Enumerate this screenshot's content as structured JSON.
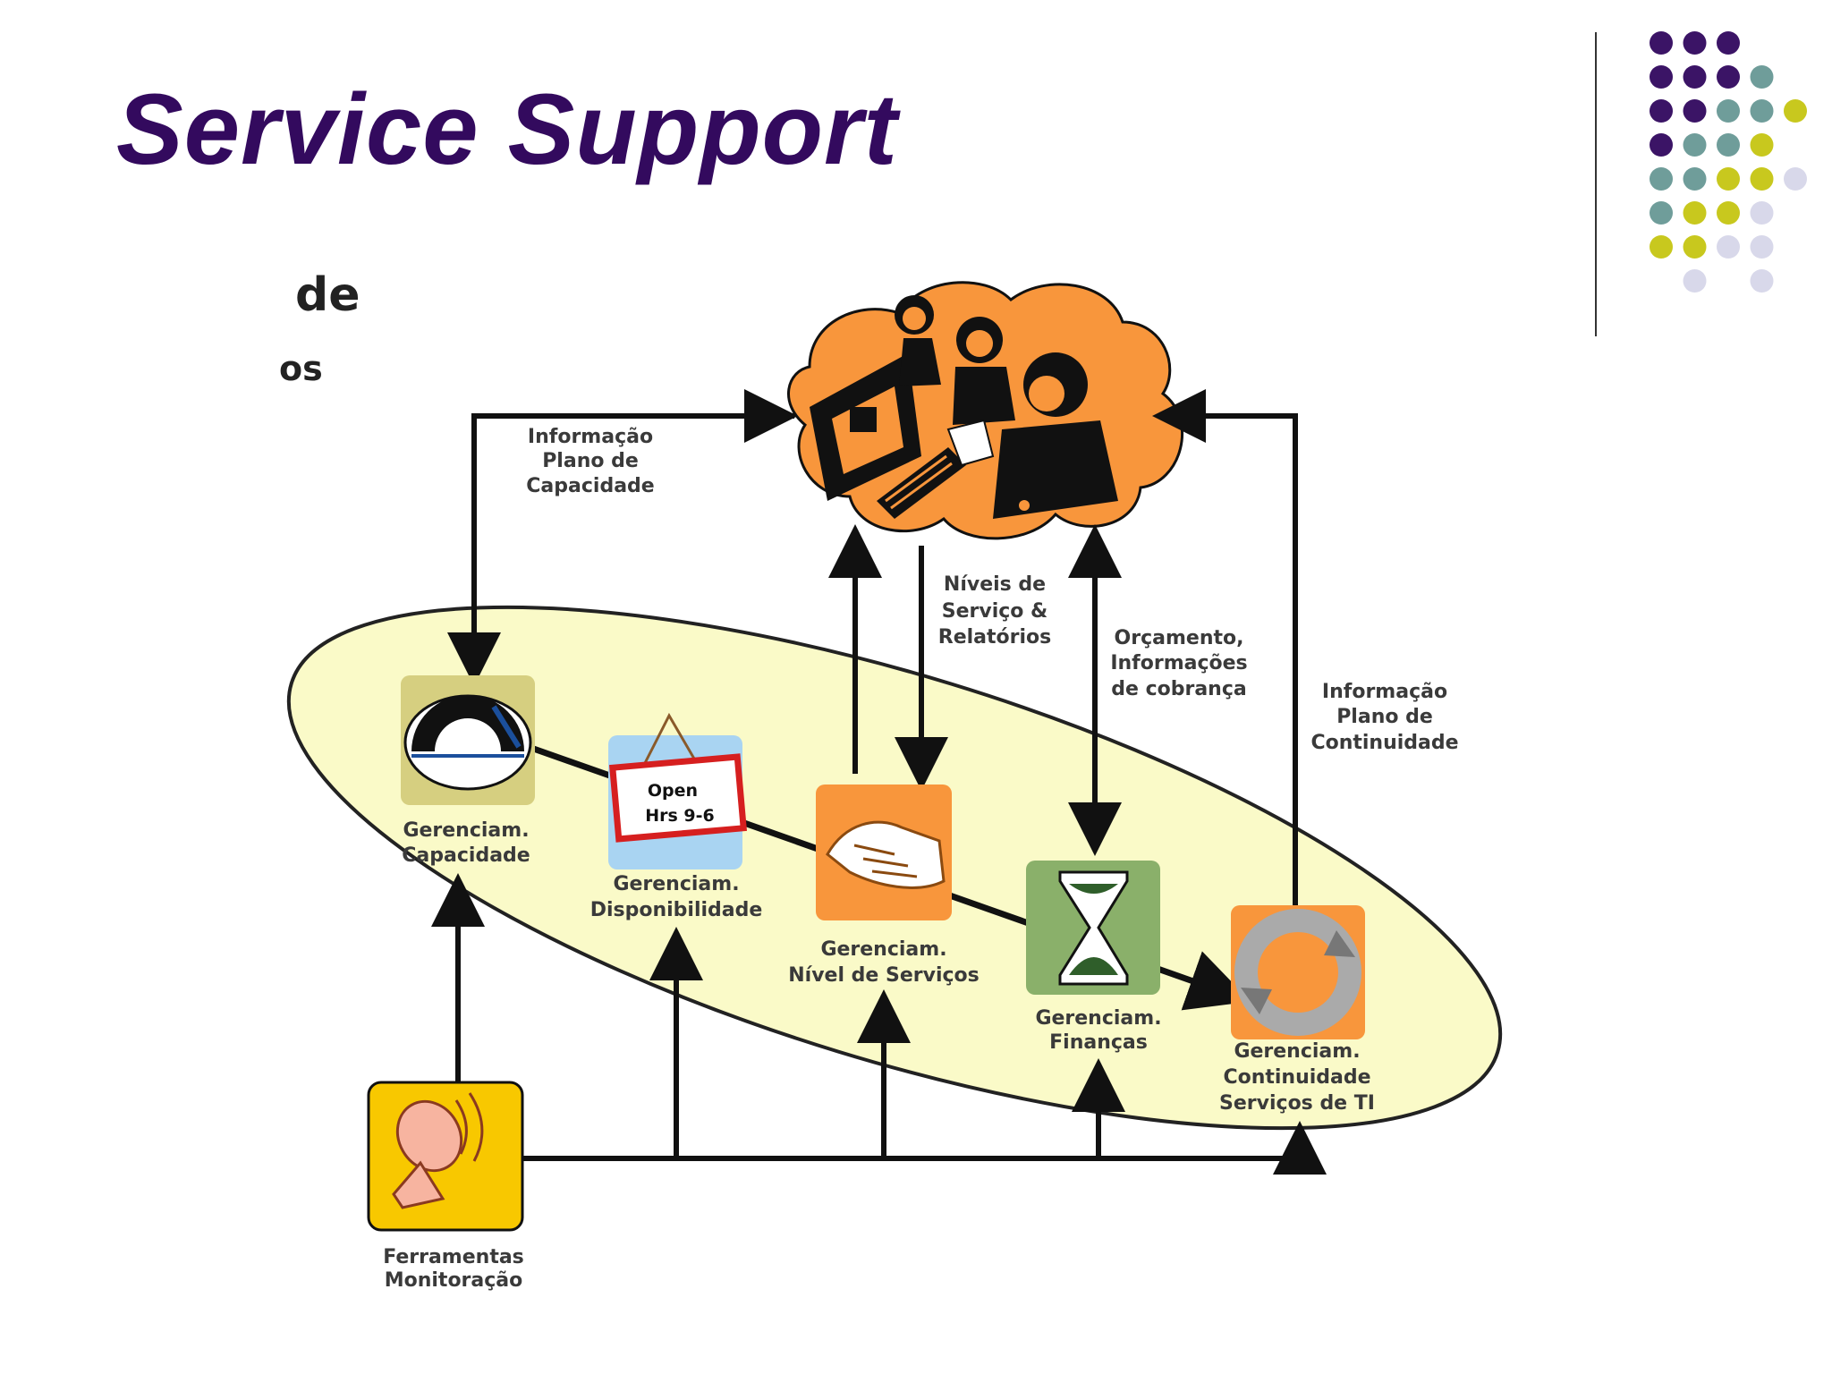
{
  "slide": {
    "title": "Service Support",
    "fragment_1": "de",
    "fragment_2": "os"
  },
  "colors": {
    "title": "#330a5e",
    "dot_purple": "#3b1466",
    "dot_teal": "#6f9d9a",
    "dot_olive": "#c8c81e",
    "dot_lavender": "#d8d8ea",
    "ellipse_fill": "#fafac8",
    "orange": "#f8963c",
    "accent_green": "#8ab06a",
    "accent_yellow": "#f8c800"
  },
  "diagram": {
    "labels": {
      "capacity_info": [
        "Informação",
        "Plano de",
        "Capacidade"
      ],
      "service_levels": [
        "Níveis de",
        "Serviço &",
        "Relatórios"
      ],
      "budget": [
        "Orçamento,",
        "Informações",
        "de cobrança"
      ],
      "continuity_info": [
        "Informação",
        "Plano de",
        "Continuidade"
      ]
    },
    "nodes": {
      "capacity": [
        "Gerenciam.",
        "Capacidade"
      ],
      "availability": [
        "Gerenciam.",
        "Disponibilidade"
      ],
      "service_level": [
        "Gerenciam.",
        "Nível de Serviços"
      ],
      "finance": [
        "Gerenciam.",
        "Finanças"
      ],
      "continuity": [
        "Gerenciam.",
        "Continuidade",
        "Serviços de TI"
      ],
      "monitoring": [
        "Ferramentas",
        "Monitoração"
      ]
    },
    "sign": [
      "Open",
      "Hrs 9-6"
    ]
  }
}
